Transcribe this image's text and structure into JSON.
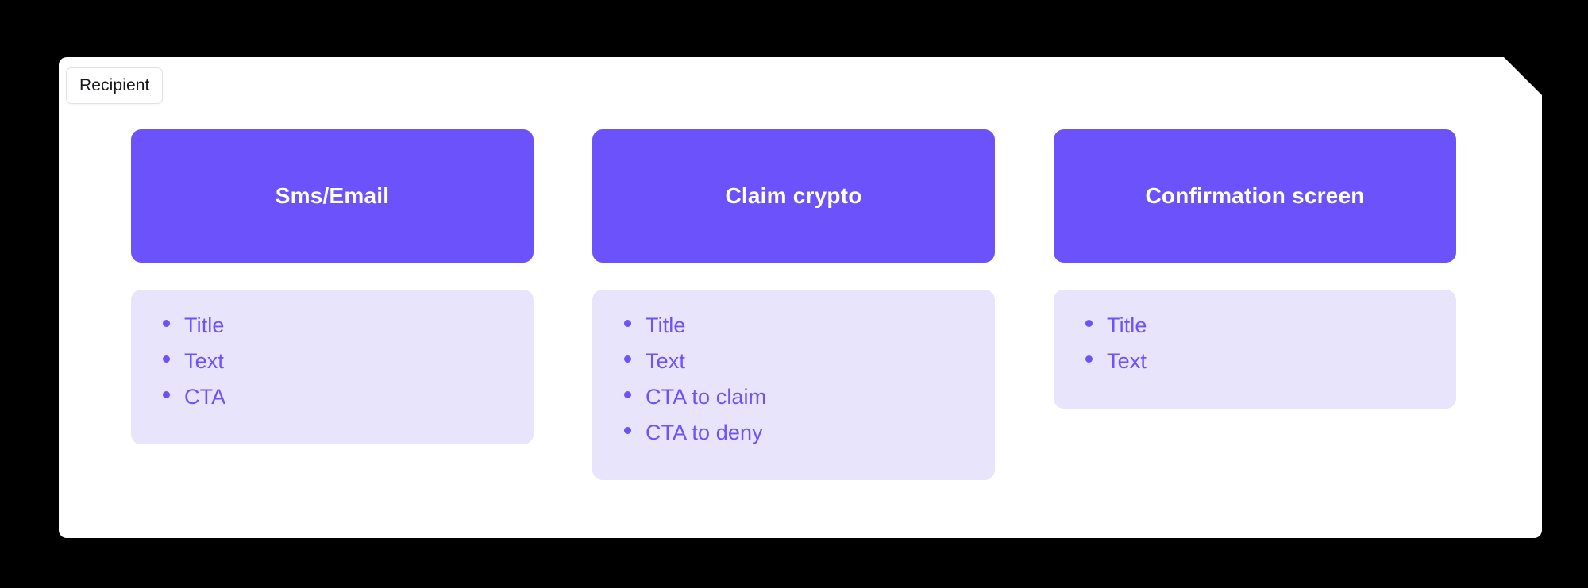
{
  "board": {
    "background_color": "#ffffff",
    "page_background_color": "#000000"
  },
  "tag": {
    "label": "Recipient"
  },
  "theme": {
    "accent": "#6C52FA",
    "accent_soft": "#E8E4FB",
    "accent_text": "#6C52FA",
    "header_text": "#ffffff"
  },
  "columns": [
    {
      "header": "Sms/Email",
      "items": [
        {
          "label": "Title"
        },
        {
          "label": "Text"
        },
        {
          "label": "CTA"
        }
      ]
    },
    {
      "header": "Claim crypto",
      "items": [
        {
          "label": "Title"
        },
        {
          "label": "Text"
        },
        {
          "label": "CTA to claim"
        },
        {
          "label": "CTA to deny"
        }
      ]
    },
    {
      "header": "Confirmation screen",
      "items": [
        {
          "label": "Title"
        },
        {
          "label": "Text"
        }
      ]
    }
  ]
}
